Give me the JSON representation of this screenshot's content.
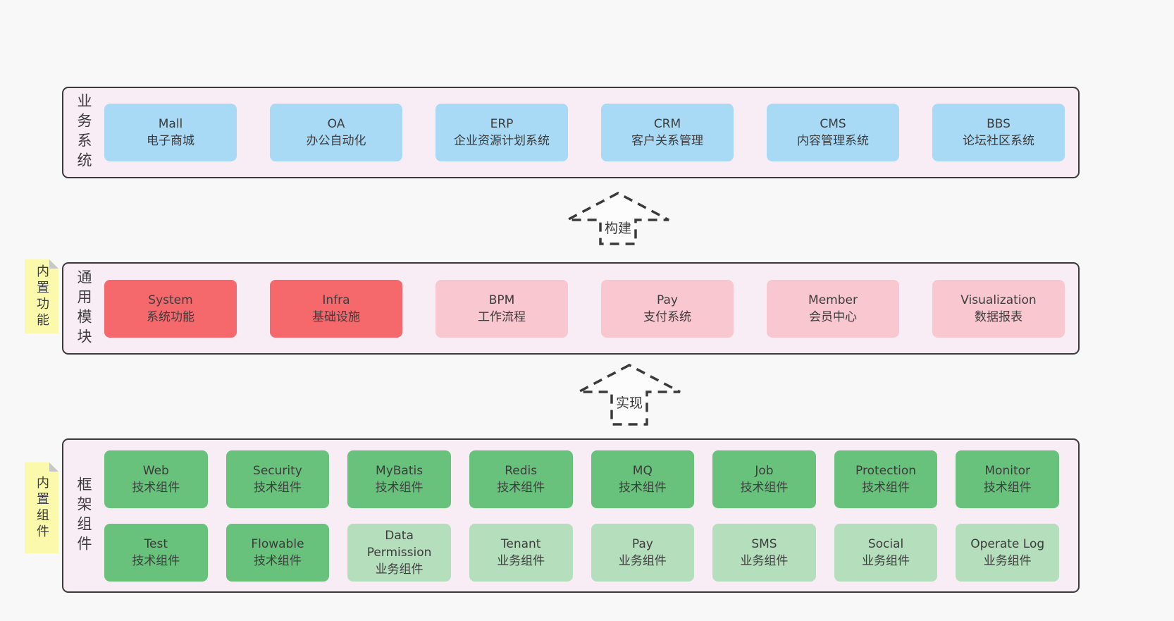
{
  "colors": {
    "page_background": "#f8f8f8",
    "container_fill": "#f8ecf5",
    "container_border": "#3a3a3a",
    "box_blue": "#a9daf5",
    "box_red": "#f5686c",
    "box_pink": "#f9c7cf",
    "box_green": "#69c27c",
    "box_lightgreen": "#b5dfbc",
    "note_yellow": "#fbf9ac",
    "note_fold_gray": "#c8c8c8",
    "text": "#3c3c3c"
  },
  "layers": [
    {
      "id": "business-systems",
      "label": "业务系统",
      "boxes": [
        {
          "name": "Mall",
          "desc": "电子商城",
          "variant": "blue"
        },
        {
          "name": "OA",
          "desc": "办公自动化",
          "variant": "blue"
        },
        {
          "name": "ERP",
          "desc": "企业资源计划系统",
          "variant": "blue"
        },
        {
          "name": "CRM",
          "desc": "客户关系管理",
          "variant": "blue"
        },
        {
          "name": "CMS",
          "desc": "内容管理系统",
          "variant": "blue"
        },
        {
          "name": "BBS",
          "desc": "论坛社区系统",
          "variant": "blue"
        }
      ]
    },
    {
      "id": "common-modules",
      "label": "通用模块",
      "note": "内置功能",
      "boxes": [
        {
          "name": "System",
          "desc": "系统功能",
          "variant": "red"
        },
        {
          "name": "Infra",
          "desc": "基础设施",
          "variant": "red"
        },
        {
          "name": "BPM",
          "desc": "工作流程",
          "variant": "pink"
        },
        {
          "name": "Pay",
          "desc": "支付系统",
          "variant": "pink"
        },
        {
          "name": "Member",
          "desc": "会员中心",
          "variant": "pink"
        },
        {
          "name": "Visualization",
          "desc": "数据报表",
          "variant": "pink"
        }
      ]
    },
    {
      "id": "framework-components",
      "label": "框架组件",
      "note": "内置组件",
      "rows": [
        [
          {
            "name": "Web",
            "desc": "技术组件",
            "variant": "green"
          },
          {
            "name": "Security",
            "desc": "技术组件",
            "variant": "green"
          },
          {
            "name": "MyBatis",
            "desc": "技术组件",
            "variant": "green"
          },
          {
            "name": "Redis",
            "desc": "技术组件",
            "variant": "green"
          },
          {
            "name": "MQ",
            "desc": "技术组件",
            "variant": "green"
          },
          {
            "name": "Job",
            "desc": "技术组件",
            "variant": "green"
          },
          {
            "name": "Protection",
            "desc": "技术组件",
            "variant": "green"
          },
          {
            "name": "Monitor",
            "desc": "技术组件",
            "variant": "green"
          }
        ],
        [
          {
            "name": "Test",
            "desc": "技术组件",
            "variant": "green"
          },
          {
            "name": "Flowable",
            "desc": "技术组件",
            "variant": "green"
          },
          {
            "name": "Data Permission",
            "desc": "业务组件",
            "variant": "lightgreen"
          },
          {
            "name": "Tenant",
            "desc": "业务组件",
            "variant": "lightgreen"
          },
          {
            "name": "Pay",
            "desc": "业务组件",
            "variant": "lightgreen"
          },
          {
            "name": "SMS",
            "desc": "业务组件",
            "variant": "lightgreen"
          },
          {
            "name": "Social",
            "desc": "业务组件",
            "variant": "lightgreen"
          },
          {
            "name": "Operate Log",
            "desc": "业务组件",
            "variant": "lightgreen"
          }
        ]
      ]
    }
  ],
  "arrows": [
    {
      "label": "构建"
    },
    {
      "label": "实现"
    }
  ]
}
